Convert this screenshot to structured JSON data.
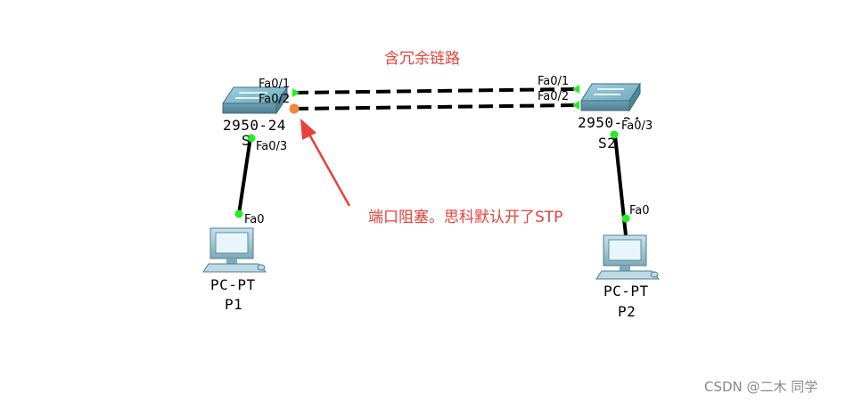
{
  "title": "含冗余链路",
  "annotation": "端口阻塞。思科默认开了STP",
  "watermark": "CSDN @二木 同学",
  "switches": [
    {
      "model": "2950-24",
      "name": "S"
    },
    {
      "model": "2950-24",
      "name": "S2"
    }
  ],
  "pcs": [
    {
      "model": "PC-PT",
      "name": "P1"
    },
    {
      "model": "PC-PT",
      "name": "P2"
    }
  ],
  "ports": {
    "s1_fa01": "Fa0/1",
    "s1_fa02": "Fa0/2",
    "s1_fa03": "Fa0/3",
    "s2_fa01": "Fa0/1",
    "s2_fa02": "Fa0/2",
    "s2_fa03": "Fa0/3",
    "p1_fa0": "Fa0",
    "p2_fa0": "Fa0"
  },
  "colors": {
    "accent_red": "#e8413b",
    "link_up": "#22ee22",
    "link_blocked": "#f0883a"
  }
}
